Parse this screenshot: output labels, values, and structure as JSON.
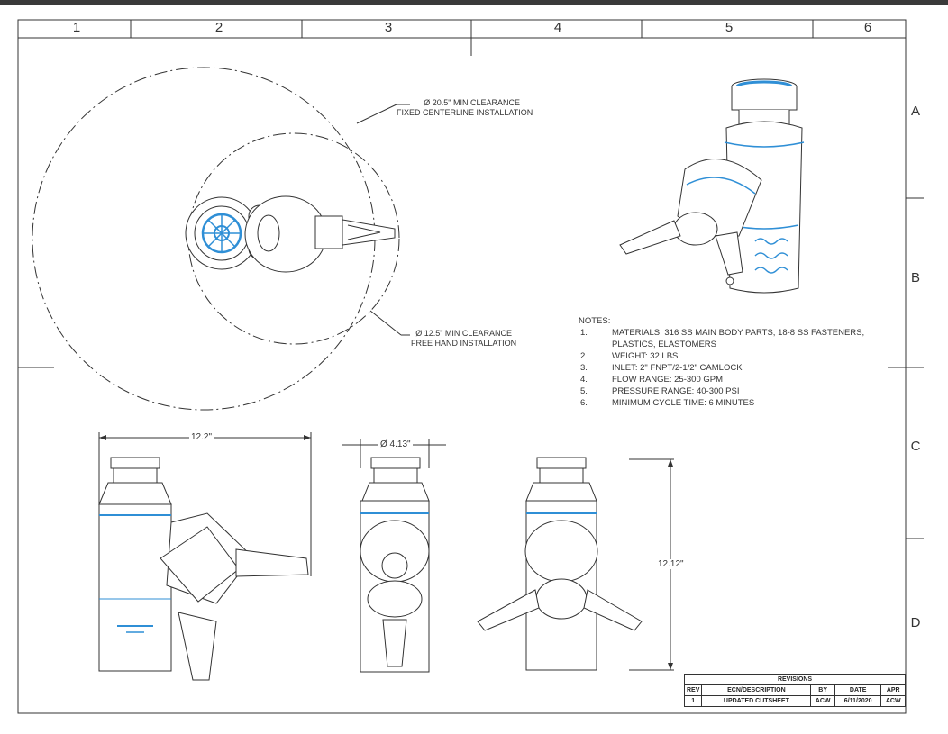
{
  "zones": {
    "columns": [
      "1",
      "2",
      "3",
      "4",
      "5",
      "6"
    ],
    "rows": [
      "A",
      "B",
      "C",
      "D"
    ]
  },
  "callouts": {
    "outer_clearance": {
      "line1": "Ø 20.5\" MIN CLEARANCE",
      "line2": "FIXED CENTERLINE INSTALLATION"
    },
    "inner_clearance": {
      "line1": "Ø 12.5\" MIN CLEARANCE",
      "line2": "FREE HAND INSTALLATION"
    }
  },
  "notes": {
    "heading": "NOTES:",
    "items": [
      {
        "num": "1.",
        "text": "MATERIALS: 316 SS MAIN BODY PARTS, 18-8 SS FASTENERS,",
        "cont": "PLASTICS, ELASTOMERS"
      },
      {
        "num": "2.",
        "text": "WEIGHT: 32 LBS"
      },
      {
        "num": "3.",
        "text": "INLET: 2\" FNPT/2-1/2\" CAMLOCK"
      },
      {
        "num": "4.",
        "text": "FLOW RANGE: 25-300 GPM"
      },
      {
        "num": "5.",
        "text": "PRESSURE RANGE: 40-300 PSI"
      },
      {
        "num": "6.",
        "text": "MINIMUM CYCLE TIME: 6 MINUTES"
      }
    ]
  },
  "dimensions": {
    "width": "12.2\"",
    "diameter": "Ø 4.13\"",
    "height": "12.12\""
  },
  "revisions": {
    "title": "REVISIONS",
    "headers": [
      "REV",
      "ECN/DESCRIPTION",
      "BY",
      "DATE",
      "APR"
    ],
    "rows": [
      [
        "1",
        "UPDATED CUTSHEET",
        "ACW",
        "6/11/2020",
        "ACW"
      ]
    ]
  },
  "colors": {
    "line": "#333333",
    "accent_blue": "#2f8fd6"
  }
}
